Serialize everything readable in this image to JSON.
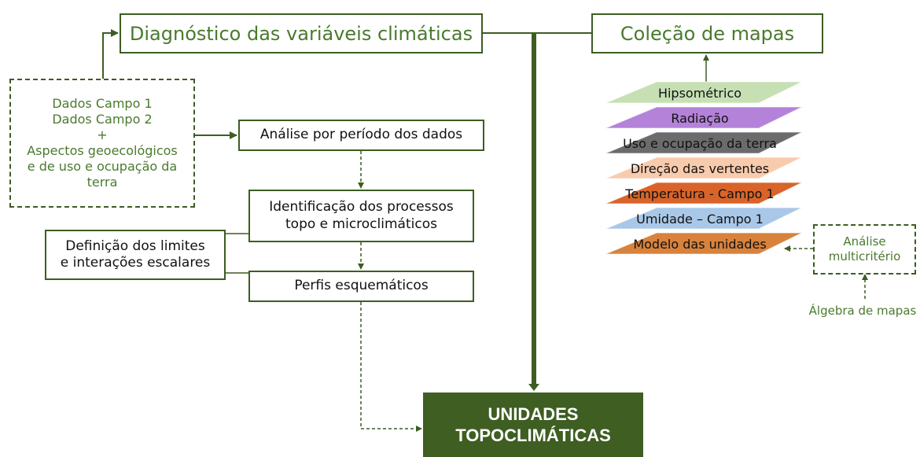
{
  "nodes": {
    "diagnostico": "Diagnóstico das variáveis climáticas",
    "colecao": "Coleção de mapas",
    "dados": "Dados Campo 1\nDados Campo 2\n+\nAspectos geoecológicos\ne de uso e ocupação da\nterra",
    "analise_periodo": "Análise por período dos dados",
    "identificacao": "Identificação dos processos\ntopo e microclimáticos",
    "definicao": "Definição dos limites\ne interações escalares",
    "perfis": "Perfis esquemáticos",
    "unidades": "UNIDADES\nTOPOCLIMÁTICAS",
    "analise_multi": "Análise\nmulticritério",
    "algebra": "Álgebra de mapas"
  },
  "layers": [
    {
      "label": "Hipsométrico",
      "color": "#c6e0b4"
    },
    {
      "label": "Radiação",
      "color": "#b482d8"
    },
    {
      "label": "Uso e ocupação da terra",
      "color": "#6b6b6b"
    },
    {
      "label": "Direção das vertentes",
      "color": "#f8cbad"
    },
    {
      "label": "Temperatura - Campo 1",
      "color": "#d8642a"
    },
    {
      "label": "Umidade – Campo 1",
      "color": "#a9c8e8"
    },
    {
      "label": "Modelo das unidades",
      "color": "#d8823c"
    }
  ],
  "colors": {
    "accent": "#3d5d22",
    "result_fill": "#3e5e22",
    "label_green": "#4a7a2e"
  }
}
